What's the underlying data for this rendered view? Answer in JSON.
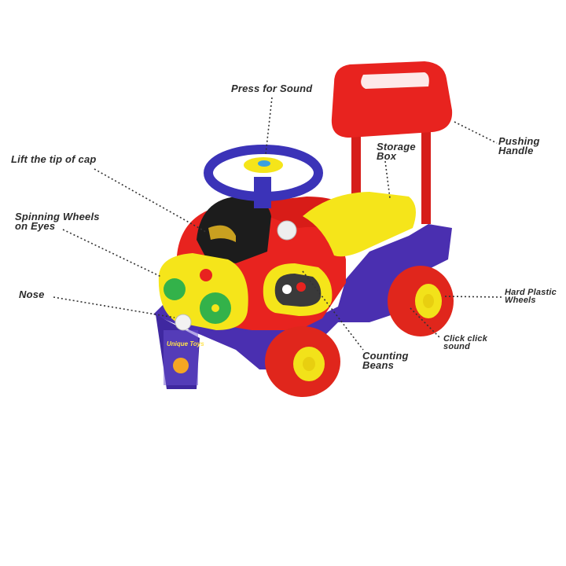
{
  "colors": {
    "body_red": "#e8231f",
    "body_purple": "#4a2fb0",
    "seat_yellow": "#f5e51a",
    "wheel_red": "#e0261c",
    "hub_yellow": "#f2e21a",
    "steering_blue": "#3b33b8",
    "eye_green": "#33b24a",
    "leader_line": "#333333"
  },
  "labels": {
    "press_for_sound": "Press for Sound",
    "lift_tip_of_cap": "Lift the tip of cap",
    "spinning_line1": "Spinning Wheels",
    "spinning_line2": "on Eyes",
    "nose": "Nose",
    "storage_line1": "Storage",
    "storage_line2": "Box",
    "pushing_line1": "Pushing",
    "pushing_line2": "Handle",
    "hard_line1": "Hard Plastic",
    "hard_line2": "Wheels",
    "click_line1": "Click click",
    "click_line2": "sound",
    "counting_line1": "Counting",
    "counting_line2": "Beans"
  },
  "product": {
    "decal_text": "Unique Toys"
  }
}
